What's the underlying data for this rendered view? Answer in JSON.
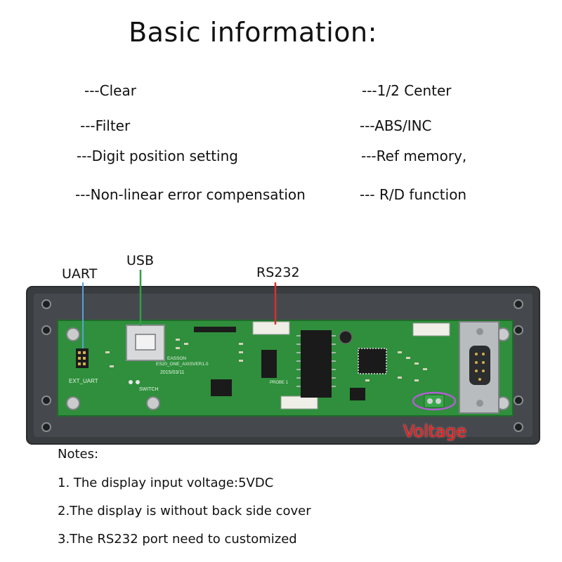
{
  "title": "Basic information:",
  "features": {
    "left": [
      "---Clear",
      "---Filter",
      "---Digit position setting",
      "---Non-linear error compensation"
    ],
    "right": [
      "---1/2 Center",
      "---ABS/INC",
      "---Ref memory,",
      "--- R/D function"
    ]
  },
  "labels": {
    "uart": "UART",
    "usb": "USB",
    "rs232": "RS232",
    "voltage": "Voltage"
  },
  "board_silkscreen": {
    "ext_uart": "EXT_UART",
    "switch": "SWITCH",
    "version": "ES20_ONE_AXISVER1.0",
    "date": "2015/03/11",
    "brand": "EASSON",
    "probe": "PROBE 1"
  },
  "notes": {
    "heading": "Notes:",
    "items": [
      "1. The display input voltage:5VDC",
      "2.The display is without back side cover",
      "3.The RS232 port need to customized"
    ]
  },
  "colors": {
    "uart_line": "#5aa0d8",
    "usb_line": "#2f9e4a",
    "rs232_line": "#d83030",
    "voltage_text": "#e02020",
    "voltage_ring": "#b060d0",
    "pcb": "#2f8f3c",
    "case": "#3a3d40"
  }
}
